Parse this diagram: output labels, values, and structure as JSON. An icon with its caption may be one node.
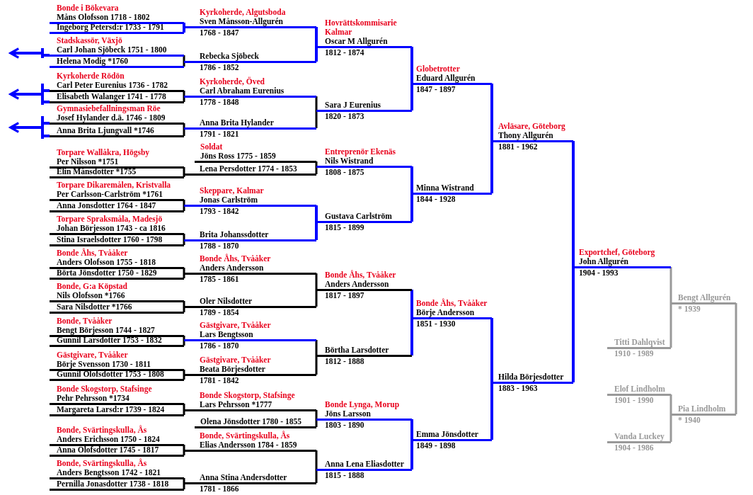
{
  "diagram": {
    "nodes": [
      {
        "text": [
          "Bonde i Bökevara",
          "Måns Olofsson 1718 - 1802"
        ]
      },
      {
        "text": [
          "Ingeborg Petersd:r 1733 - 1791"
        ]
      },
      {
        "text": [
          "Stadskassör, Växjö",
          "Carl Johan Sjöbeck 1751 - 1800"
        ]
      },
      {
        "text": [
          "Helena Modig *1760"
        ]
      },
      {
        "text": [
          "Kyrkoherde Rödön",
          "Carl Peter Eurenius 1736 - 1782"
        ]
      },
      {
        "text": [
          "Elisabeth Walanger 1741 - 1778"
        ]
      },
      {
        "text": [
          "Gymnasiebefallningsman Röe",
          "Josef Hylander d.ä. 1746 - 1809"
        ]
      },
      {
        "text": [
          "Anna Brita Ljungvall *1746"
        ]
      },
      {
        "text": [
          "Torpare Wallåkra, Högsby",
          "Per Nilsson *1751"
        ]
      },
      {
        "text": [
          "Elin Månsdotter *1755"
        ]
      },
      {
        "text": [
          "Torpare Dikaremålen, Kristvalla",
          "Per Carlsson-Carlström *1761"
        ]
      },
      {
        "text": [
          "Anna Jonsdotter 1764 - 1847"
        ]
      },
      {
        "text": [
          "Torpare Spraksmåla, Madesjö",
          "Johan Börjesson 1743 - ca 1816"
        ]
      },
      {
        "text": [
          "Stina Israelsdotter 1760 - 1798"
        ]
      },
      {
        "text": [
          "Bonde Åhs, Tvååker",
          "Anders Olofsson 1755 - 1818"
        ]
      },
      {
        "text": [
          "Börta Jönsdotter 1750 - 1829"
        ]
      },
      {
        "text": [
          "Bonde, G:a Köpstad",
          "Nils Olofsson *1766"
        ]
      },
      {
        "text": [
          "Sara Nilsdotter *1766"
        ]
      },
      {
        "text": [
          "Bonde, Tvååker",
          "Bengt Börjesson 1744 - 1827"
        ]
      },
      {
        "text": [
          "Gunnil Larsdotter 1753 - 1832"
        ]
      },
      {
        "text": [
          "Gästgivare, Tvååker",
          "Börje Svensson 1730 - 1811"
        ]
      },
      {
        "text": [
          "Gunnil Olofsdotter 1753 - 1808"
        ]
      },
      {
        "text": [
          "Bonde Skogstorp, Stafsinge",
          "Pehr Pehrsson *1734"
        ]
      },
      {
        "text": [
          "Margareta Larsd:r 1739 - 1824"
        ]
      },
      {
        "text": [
          "Bonde, Svärtingskulla, Ås",
          "Anders Erichsson 1750 - 1824"
        ]
      },
      {
        "text": [
          "Anna Olofsdotter 1745 - 1817"
        ]
      },
      {
        "text": [
          "Bonde, Svärtingskulla, Ås",
          "Anders Bengtsson 1742 - 1821"
        ]
      },
      {
        "text": [
          "Pernilla Jonasdotter 1738 - 1818"
        ]
      },
      {
        "text": [
          "Kyrkoherde, Algutsboda",
          "Sven Månsson-Allgurén",
          "1768 - 1847"
        ]
      },
      {
        "text": [
          "Rebecka Sjöbeck",
          "1786 - 1852"
        ]
      },
      {
        "text": [
          "Kyrkoherde, Öved",
          "Carl Abraham Eurenius",
          "1778 - 1848"
        ]
      },
      {
        "text": [
          "Anna Brita Hylander",
          "1791 - 1821"
        ]
      },
      {
        "text": [
          "Soldat",
          "Jöns Ross 1775 - 1859"
        ]
      },
      {
        "text": [
          "Lena Persdotter 1774 - 1853"
        ]
      },
      {
        "text": [
          "Skeppare, Kalmar",
          "Jonas Carlström",
          "1793 - 1842"
        ]
      },
      {
        "text": [
          "Brita Johanssdotter",
          "1788 - 1870"
        ]
      },
      {
        "text": [
          "Bonde Åhs, Tvååker",
          "Anders Andersson",
          "1785 - 1861"
        ]
      },
      {
        "text": [
          "Oler Nilsdotter",
          "1789 - 1854"
        ]
      },
      {
        "text": [
          "Gästgivare, Tvååker",
          "Lars Bengtsson",
          "1786 - 1870"
        ]
      },
      {
        "text": [
          "Gästgivare, Tvååker",
          "Beata Börjesdotter",
          "1781 - 1842"
        ]
      },
      {
        "text": [
          "Bonde Skogstorp, Stafsinge",
          "Lars Pehrsson *1777"
        ]
      },
      {
        "text": [
          "Olena Jönsdotter 1780 - 1855"
        ]
      },
      {
        "text": [
          "Bonde, Svärtingskulla, Ås",
          "Elias Andersson 1784 - 1859"
        ]
      },
      {
        "text": [
          "Anna Stina Andersdotter",
          "1781 - 1866"
        ]
      },
      {
        "text": [
          "Hovrättskommisarie Kalmar",
          "Oscar M Allgurén",
          "1812 - 1874"
        ]
      },
      {
        "text": [
          "Sara J Eurenius",
          "1820 - 1873"
        ]
      },
      {
        "text": [
          "Entreprenör Ekenäs",
          "Nils Wistrand",
          "1808 - 1875"
        ]
      },
      {
        "text": [
          "Gustava Carlström",
          "1815 - 1899"
        ]
      },
      {
        "text": [
          "Bonde Åhs, Tvååker",
          "Anders Andersson",
          "1817 - 1897"
        ]
      },
      {
        "text": [
          "Börtha Larsdotter",
          "1812 - 1888"
        ]
      },
      {
        "text": [
          "Bonde Lynga, Morup",
          "Jöns Larsson",
          "1803 - 1890"
        ]
      },
      {
        "text": [
          "Anna Lena Eliasdotter",
          "1815 - 1888"
        ]
      },
      {
        "text": [
          "Globetrotter",
          "Eduard Allgurén",
          "1847 - 1897"
        ]
      },
      {
        "text": [
          "Minna Wistrand",
          "1844 - 1928"
        ]
      },
      {
        "text": [
          "Bonde Åhs, Tvååker",
          "Börje Andersson",
          "1851 - 1930"
        ]
      },
      {
        "text": [
          "Emma Jönsdotter",
          "1849 - 1898"
        ]
      },
      {
        "text": [
          "Avläsare, Göteborg",
          "Thony Allgurén",
          "1881 - 1962"
        ]
      },
      {
        "text": [
          "Hilda Börjesdotter",
          "1883 - 1963"
        ]
      },
      {
        "text": [
          "Exportchef, Göteborg",
          "John Allgurén",
          "1904 - 1993"
        ]
      },
      {
        "text": [
          "Titti Dahlqvist",
          "1910 - 1989"
        ]
      },
      {
        "text": [
          "Bengt Allgurén",
          "* 1939"
        ]
      },
      {
        "text": [
          "Elof Lindholm",
          "1901 - 1990"
        ]
      },
      {
        "text": [
          "Vanda Luckey",
          "1904 - 1986"
        ]
      },
      {
        "text": [
          "Pia Lindholm",
          "* 1940"
        ]
      }
    ],
    "edges": [
      {
        "from": 2,
        "to": null,
        "arrow": "to",
        "color": "#0000ff"
      },
      {
        "from": 4,
        "to": null,
        "arrow": "to",
        "color": "#0000ff"
      },
      {
        "from": 5,
        "to": null,
        "arrow": "to",
        "color": "#0000ff"
      },
      {
        "from": 6,
        "to": null,
        "arrow": "to",
        "color": "#0000ff"
      },
      {
        "from": 7,
        "to": null,
        "arrow": "to",
        "color": "#0000ff"
      },
      {
        "from": 0,
        "to": 28,
        "arrow": "none",
        "color": "#0000ff"
      },
      {
        "from": 1,
        "to": 28,
        "arrow": "none",
        "color": "#0000ff"
      },
      {
        "from": 2,
        "to": 29,
        "arrow": "none"
      },
      {
        "from": 3,
        "to": 29,
        "arrow": "none"
      },
      {
        "from": 4,
        "to": 30,
        "arrow": "none"
      },
      {
        "from": 5,
        "to": 30,
        "arrow": "none"
      },
      {
        "from": 6,
        "to": 31,
        "arrow": "none"
      },
      {
        "from": 7,
        "to": 31,
        "arrow": "none"
      },
      {
        "from": 8,
        "to": 33,
        "arrow": "none"
      },
      {
        "from": 9,
        "to": 33,
        "arrow": "none"
      },
      {
        "from": 10,
        "to": 34,
        "arrow": "none"
      },
      {
        "from": 11,
        "to": 34,
        "arrow": "none"
      },
      {
        "from": 12,
        "to": 35,
        "arrow": "none"
      },
      {
        "from": 13,
        "to": 35,
        "arrow": "none"
      },
      {
        "from": 14,
        "to": 36,
        "arrow": "none"
      },
      {
        "from": 15,
        "to": 36,
        "arrow": "none"
      },
      {
        "from": 16,
        "to": 37,
        "arrow": "none"
      },
      {
        "from": 17,
        "to": 37,
        "arrow": "none"
      },
      {
        "from": 18,
        "to": 38,
        "arrow": "none"
      },
      {
        "from": 19,
        "to": 38,
        "arrow": "none"
      },
      {
        "from": 20,
        "to": 39,
        "arrow": "none"
      },
      {
        "from": 21,
        "to": 39,
        "arrow": "none"
      },
      {
        "from": 22,
        "to": 40,
        "arrow": "none"
      },
      {
        "from": 23,
        "to": 40,
        "arrow": "none"
      },
      {
        "from": 24,
        "to": 42,
        "arrow": "none"
      },
      {
        "from": 25,
        "to": 42,
        "arrow": "none"
      },
      {
        "from": 26,
        "to": 43,
        "arrow": "none"
      },
      {
        "from": 27,
        "to": 43,
        "arrow": "none"
      },
      {
        "from": 28,
        "to": 44,
        "arrow": "none",
        "color": "#0000ff"
      },
      {
        "from": 29,
        "to": 44,
        "arrow": "none",
        "color": "#0000ff"
      },
      {
        "from": 30,
        "to": 45,
        "arrow": "none"
      },
      {
        "from": 31,
        "to": 45,
        "arrow": "none"
      },
      {
        "from": 32,
        "to": 46,
        "arrow": "none"
      },
      {
        "from": 33,
        "to": 46,
        "arrow": "none"
      },
      {
        "from": 34,
        "to": 47,
        "arrow": "none",
        "color": "#0000ff"
      },
      {
        "from": 35,
        "to": 47,
        "arrow": "none",
        "color": "#0000ff"
      },
      {
        "from": 36,
        "to": 48,
        "arrow": "none"
      },
      {
        "from": 37,
        "to": 48,
        "arrow": "none"
      },
      {
        "from": 38,
        "to": 49,
        "arrow": "none"
      },
      {
        "from": 39,
        "to": 49,
        "arrow": "none"
      },
      {
        "from": 40,
        "to": 50,
        "arrow": "none"
      },
      {
        "from": 41,
        "to": 50,
        "arrow": "none"
      },
      {
        "from": 42,
        "to": 51,
        "arrow": "none"
      },
      {
        "from": 43,
        "to": 51,
        "arrow": "none"
      },
      {
        "from": 44,
        "to": 52,
        "arrow": "none",
        "color": "#0000ff"
      },
      {
        "from": 45,
        "to": 52,
        "arrow": "none",
        "color": "#0000ff"
      },
      {
        "from": 46,
        "to": 53,
        "arrow": "none",
        "color": "#0000ff"
      },
      {
        "from": 47,
        "to": 53,
        "arrow": "none",
        "color": "#0000ff"
      },
      {
        "from": 48,
        "to": 54,
        "arrow": "none",
        "color": "#0000ff"
      },
      {
        "from": 49,
        "to": 54,
        "arrow": "none",
        "color": "#0000ff"
      },
      {
        "from": 50,
        "to": 55,
        "arrow": "none",
        "color": "#0000ff"
      },
      {
        "from": 51,
        "to": 55,
        "arrow": "none",
        "color": "#0000ff"
      },
      {
        "from": 52,
        "to": 56,
        "arrow": "none",
        "color": "#0000ff"
      },
      {
        "from": 53,
        "to": 56,
        "arrow": "none",
        "color": "#0000ff"
      },
      {
        "from": 54,
        "to": 57,
        "arrow": "none",
        "color": "#0000ff"
      },
      {
        "from": 55,
        "to": 57,
        "arrow": "none",
        "color": "#0000ff"
      },
      {
        "from": 56,
        "to": 58,
        "arrow": "none",
        "color": "#0000ff"
      },
      {
        "from": 57,
        "to": 58,
        "arrow": "none",
        "color": "#0000ff"
      },
      {
        "from": 58,
        "to": 60,
        "arrow": "none",
        "color": "#999999"
      },
      {
        "from": 59,
        "to": 60,
        "arrow": "none",
        "color": "#999999"
      },
      {
        "from": 61,
        "to": 63,
        "arrow": "none",
        "color": "#999999"
      },
      {
        "from": 62,
        "to": 63,
        "arrow": "none",
        "color": "#999999"
      },
      {
        "from": 60,
        "to": 63,
        "arrow": "none",
        "color": "#999999"
      }
    ]
  }
}
